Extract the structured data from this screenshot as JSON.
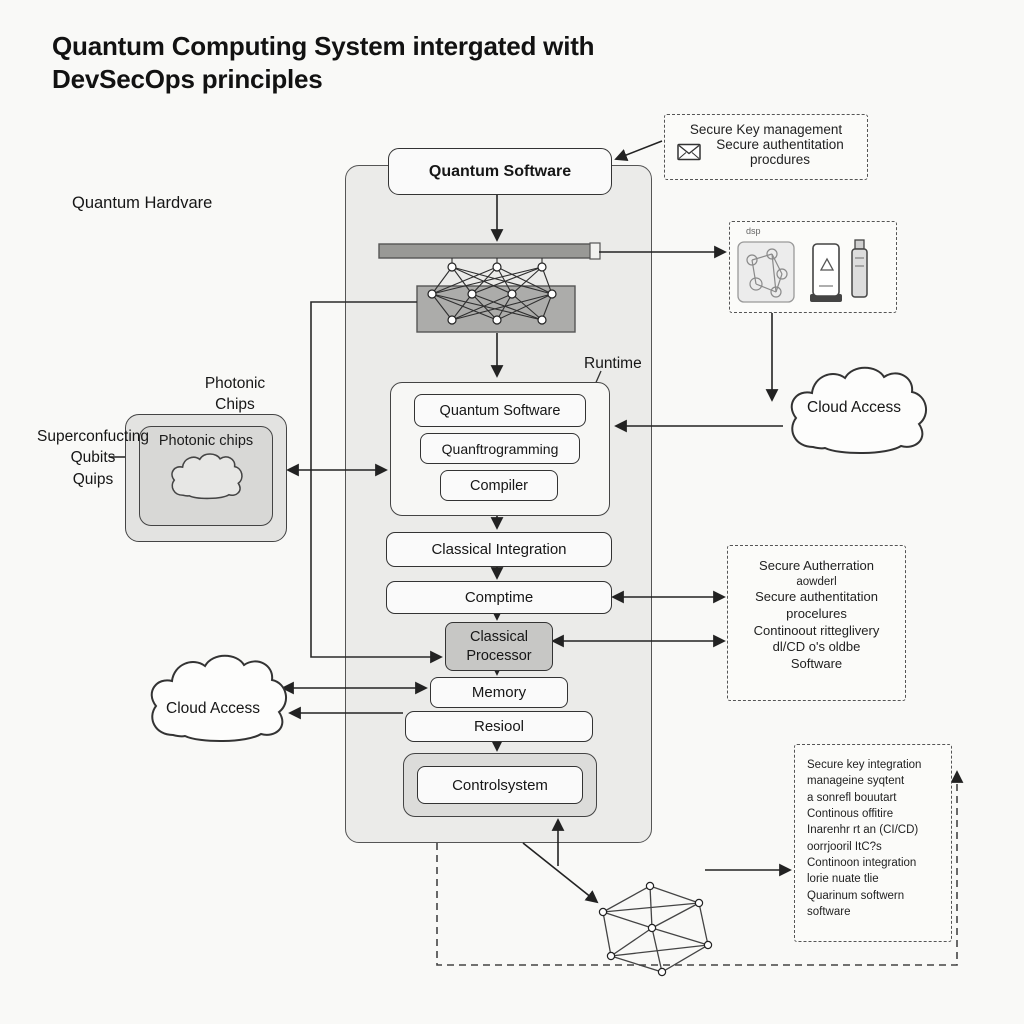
{
  "title": {
    "line1": "Quantum Computing System intergated with",
    "line2": "DevSecOps principles"
  },
  "labels": {
    "quantum_hardware": "Quantum Hardvare",
    "photonic_chips_line1": "Photonic",
    "photonic_chips_line2": "Chips",
    "superconducting_line1": "Superconfucting",
    "superconducting_line2": "Qubits",
    "superconducting_line3": "Quips",
    "runtime": "Runtime",
    "cloud_access_left": "Cloud Access",
    "cloud_access_right": "Cloud Access",
    "device_caption": "dsp"
  },
  "column": {
    "quantum_software_top": "Quantum Software",
    "quantum_software_inner": "Quantum Software",
    "quantum_programming": "Quanftrogramming",
    "compiler": "Compiler",
    "classical_integration": "Classical Integration",
    "comptime": "Comptime",
    "classical_processor_line1": "Classical",
    "classical_processor_line2": "Processor",
    "memory": "Memory",
    "resiool": "Resiool",
    "control_system": "Controlsystem",
    "photonic_chips_box": "Photonic chips"
  },
  "notes": {
    "top_right": {
      "lines": [
        "Secure Key management",
        "Secure authentitation",
        "procdures"
      ]
    },
    "mid_right": {
      "lines": [
        "Secure Autherration",
        "aowderl",
        "Secure authentitation",
        "procelures",
        "Continoout ritteglivery",
        "dl/CD o's oldbe",
        "Software"
      ]
    },
    "bottom_right": {
      "lines": [
        "Secure key integration",
        "manageine syqtent",
        "a sonrefl bouutart",
        "Continous offitire",
        "Inarenhr rt an (CI/CD)",
        "oorrjooril ItC?s",
        "Continoon integration",
        "lorie nuate tlie",
        "Quarinum softwern",
        "software"
      ]
    }
  },
  "icons": {
    "envelope": "envelope-icon",
    "cloud_left": "cloud-icon",
    "cloud_right": "cloud-icon",
    "cloud_small": "cloud-icon",
    "circuit_chip": "circuit-chip-icon",
    "mobile_device": "mobile-device-icon",
    "usb_drive": "usb-drive-icon",
    "neural_network": "neural-network-icon",
    "polyhedron": "polyhedron-network-icon"
  },
  "colors": {
    "column_bg": "#ebebe9",
    "box_bg": "#fafafa",
    "processor_bg": "#c7c7c5",
    "border": "#333333",
    "dashed_border": "#555555"
  }
}
